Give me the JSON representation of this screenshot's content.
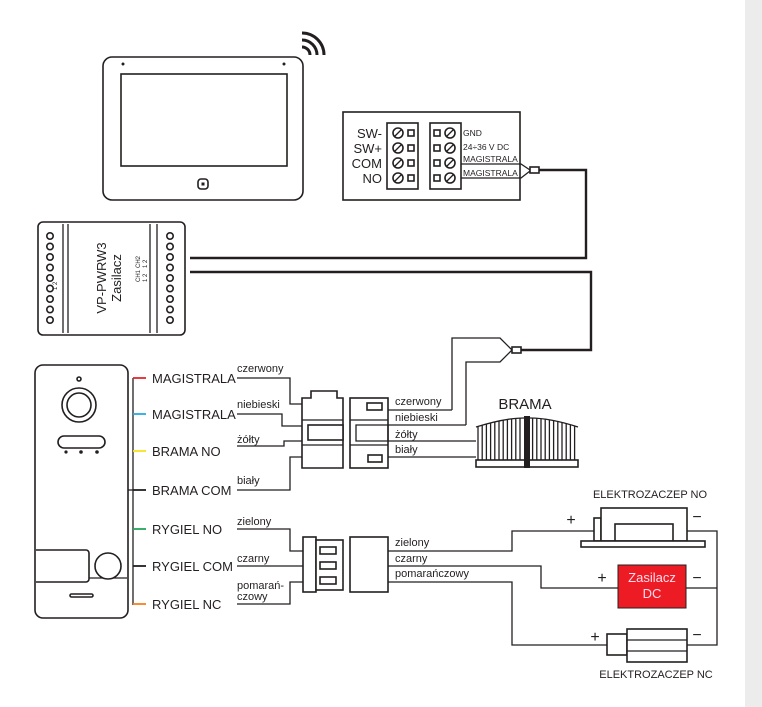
{
  "colors": {
    "red": "#e8262b",
    "blue": "#27aae1",
    "yellow": "#f9e11e",
    "green": "#26a65b",
    "orange": "#f58220",
    "black": "#231f20",
    "psu_red": "#ed1c24"
  },
  "monitor_terminal": {
    "left_labels": [
      "SW-",
      "SW+",
      "COM",
      "NO"
    ],
    "right_labels": [
      "GND",
      "24÷36 V DC",
      "MAGISTRALA",
      "MAGISTRALA"
    ]
  },
  "power_supply": {
    "title": "VP-PWRW3",
    "subtitle": "Zasilacz",
    "ch1": "CH1",
    "ch2": "CH2",
    "ch1_pins": "1 2",
    "ch2_pins": "1 2",
    "pins_left": "1 2"
  },
  "station_outputs": [
    "MAGISTRALA",
    "MAGISTRALA",
    "BRAMA NO",
    "BRAMA COM",
    "RYGIEL NO",
    "RYGIEL COM",
    "RYGIEL NC"
  ],
  "wire_labels_left": [
    "czerwony",
    "niebieski",
    "żółty",
    "biały",
    "zielony",
    "czarny",
    "pomarań-",
    "czowy"
  ],
  "wire_labels_right_top": [
    "czerwony",
    "niebieski",
    "żółty",
    "biały"
  ],
  "wire_labels_right_bottom": [
    "zielony",
    "czarny",
    "pomarańczowy"
  ],
  "gate_label": "BRAMA",
  "lock_no_label": "ELEKTROZACZEP NO",
  "lock_nc_label": "ELEKTROZACZEP NC",
  "dc_supply": {
    "line1": "Zasilacz",
    "line2": "DC"
  },
  "plus": "+",
  "minus": "−"
}
